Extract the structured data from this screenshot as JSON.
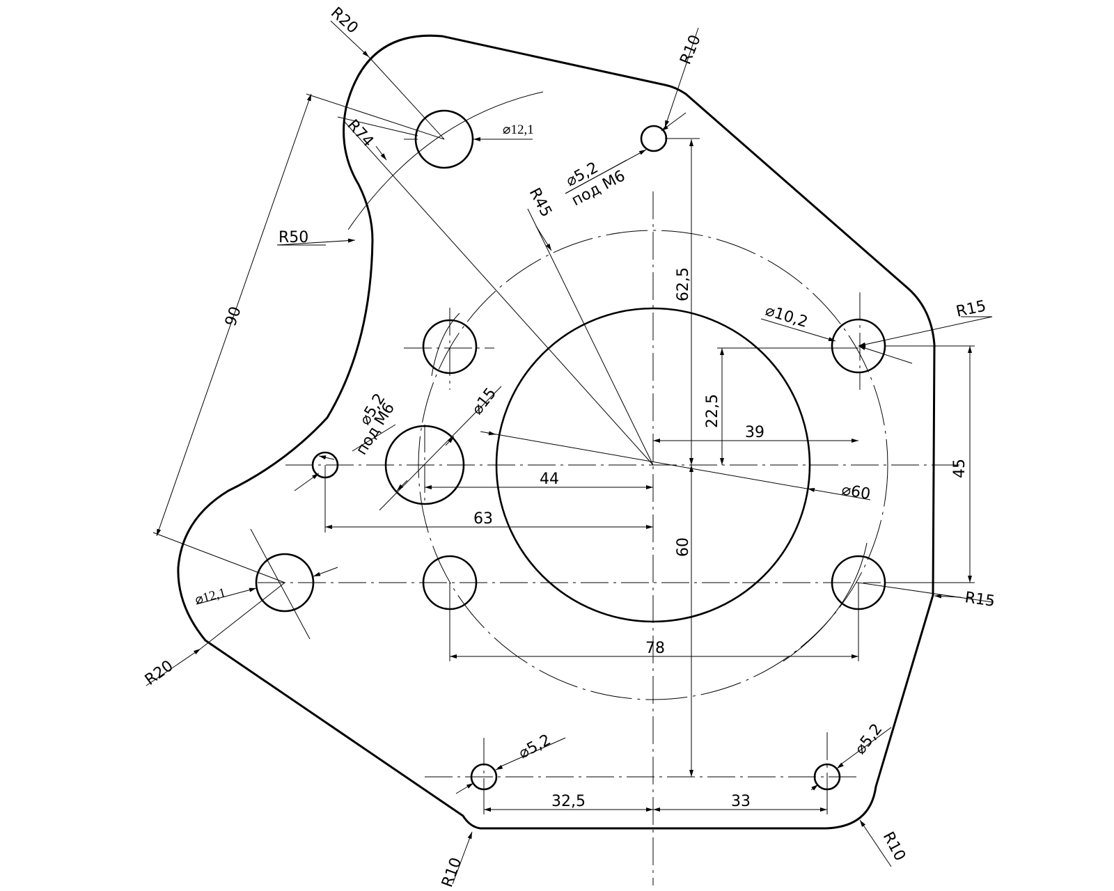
{
  "drawing": {
    "labels": {
      "r20_top": "R20",
      "r74": "R74",
      "r50": "R50",
      "dia12_top": "⌀12,1",
      "r10_top": "R10",
      "dia5_2_top": "⌀5,2",
      "pod_m6_top": "под М6",
      "r45": "R45",
      "d62_5": "62,5",
      "dia10_2": "⌀10,2",
      "r15_top": "R15",
      "d90": "90",
      "d22_5": "22,5",
      "d39": "39",
      "dia5_2_left": "⌀5,2",
      "pod_m6_left": "под М6",
      "dia15": "⌀15",
      "d44": "44",
      "d45": "45",
      "d63": "63",
      "dia60": "⌀60",
      "d60": "60",
      "dia12_left": "⌀12,1",
      "r15_bottom": "R15",
      "d78": "78",
      "r20_left": "R20",
      "dia5_2_bl": "⌀5,2",
      "dia5_2_br": "⌀5,2",
      "d32_5": "32,5",
      "d33": "33",
      "r10_bl": "R10",
      "r10_br": "R10"
    }
  }
}
